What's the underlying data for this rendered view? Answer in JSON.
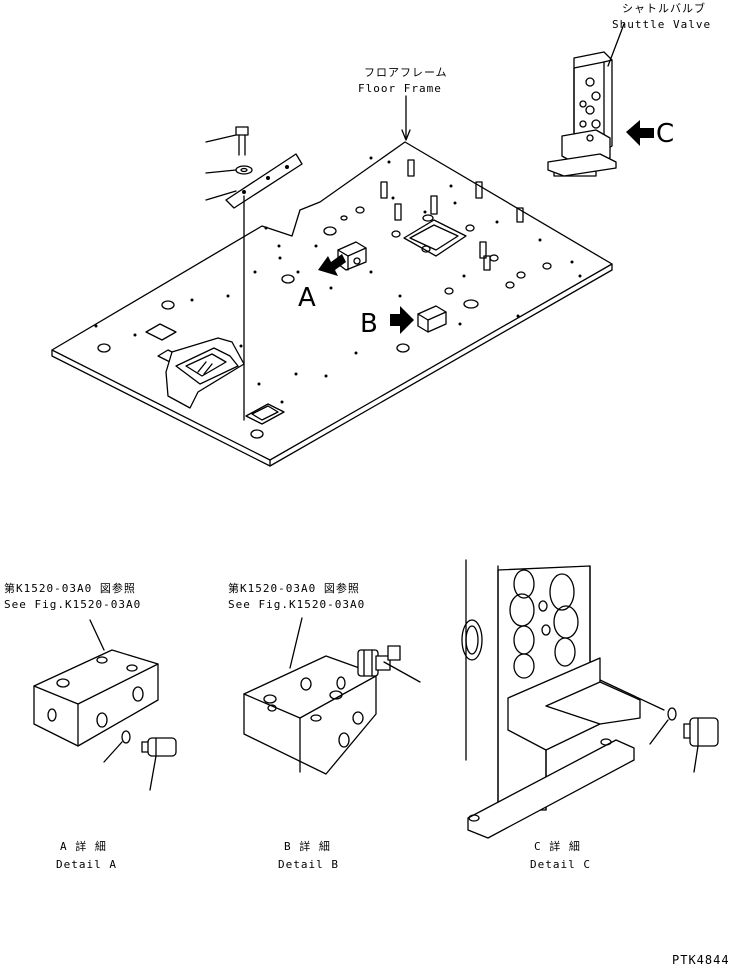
{
  "labels": {
    "shuttle_valve_jp": "シャトルバルブ",
    "shuttle_valve_en": "Shuttle Valve",
    "floor_frame_jp": "フロアフレーム",
    "floor_frame_en": "Floor Frame",
    "ref_a_jp": "第K1520-03A0 図参照",
    "ref_a_en": "See Fig.K1520-03A0",
    "ref_b_jp": "第K1520-03A0 図参照",
    "ref_b_en": "See Fig.K1520-03A0",
    "detail_a_jp": "A 詳 細",
    "detail_a_en": "Detail A",
    "detail_b_jp": "B 詳 細",
    "detail_b_en": "Detail B",
    "detail_c_jp": "C 詳 細",
    "detail_c_en": "Detail C",
    "marker_a": "A",
    "marker_b": "B",
    "marker_c": "C",
    "drawing_number": "PTK4844"
  }
}
